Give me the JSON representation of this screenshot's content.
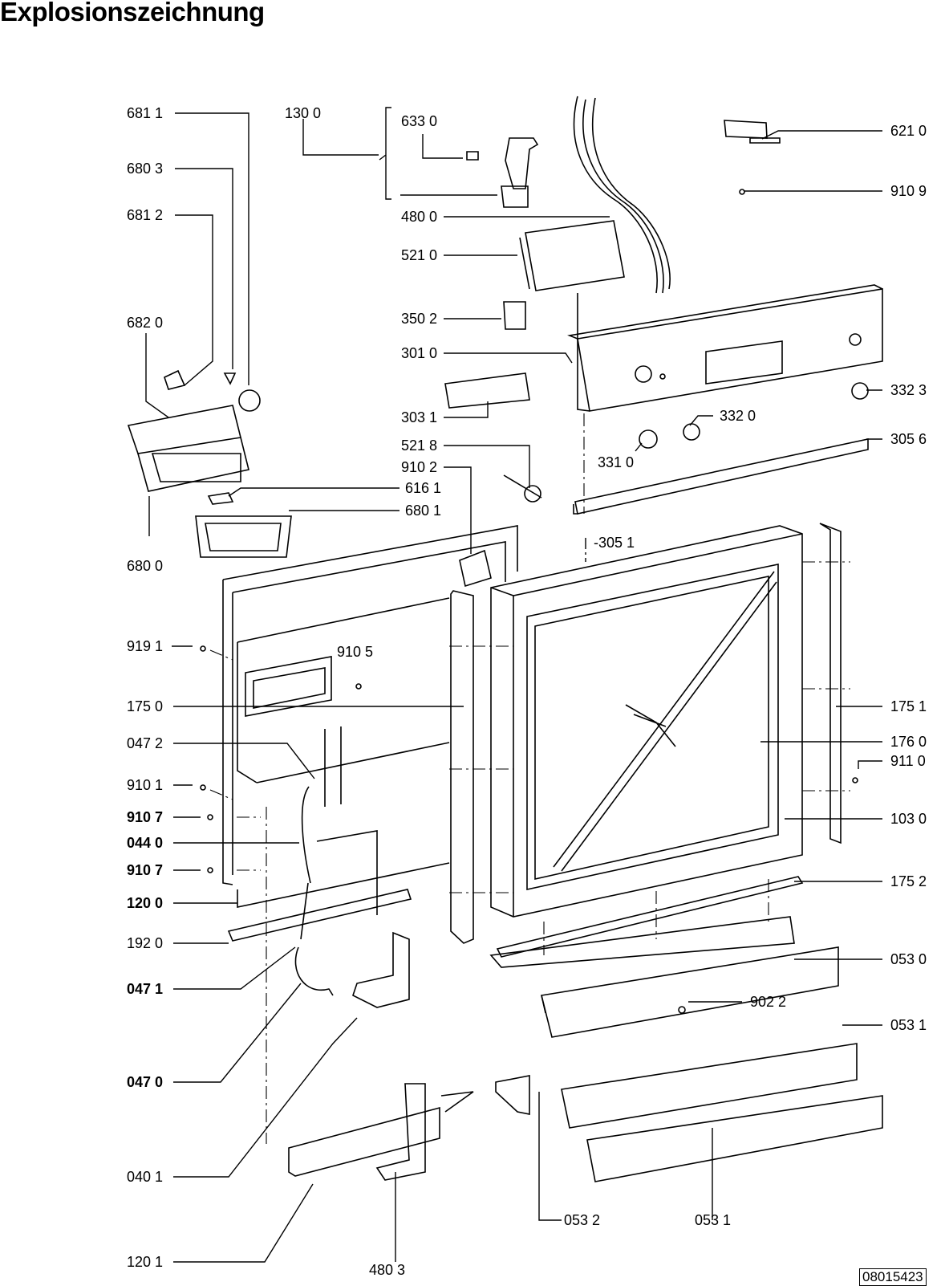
{
  "title": "Explosionszeichnung",
  "doc_number": "08015423",
  "labels": {
    "l6811": "681 1",
    "l6803": "680 3",
    "l6812": "681 2",
    "l6820": "682 0",
    "l1300": "130 0",
    "l6330": "633 0",
    "l4800": "480 0",
    "l5210": "521 0",
    "l3502": "350 2",
    "l3010": "301 0",
    "l3031": "303 1",
    "l5218": "521 8",
    "l9102": "910 2",
    "l6161": "616 1",
    "l6801": "680 1",
    "l6800": "680 0",
    "l6210": "621 0",
    "l9109": "910 9",
    "l3323": "332 3",
    "l3320": "332 0",
    "l3310": "331 0",
    "l3056": "305 6",
    "l3051": "-305 1",
    "l9191": "919 1",
    "l9105": "910 5",
    "l1750": "175 0",
    "l0472": "047 2",
    "l9101": "910 1",
    "l9107a": "910 7",
    "l0440": "044 0",
    "l9107b": "910 7",
    "l1200": "120 0",
    "l1920": "192 0",
    "l0471": "047 1",
    "l0470": "047 0",
    "l0401": "040 1",
    "l1201": "120 1",
    "l4803": "480 3",
    "l0532": "053 2",
    "l0531b": "053 1",
    "l1751": "175 1",
    "l1760": "176 0",
    "l9110": "911 0",
    "l1030": "103 0",
    "l1752": "175 2",
    "l0530": "053 0",
    "l9022": "902 2",
    "l0531a": "053 1"
  }
}
